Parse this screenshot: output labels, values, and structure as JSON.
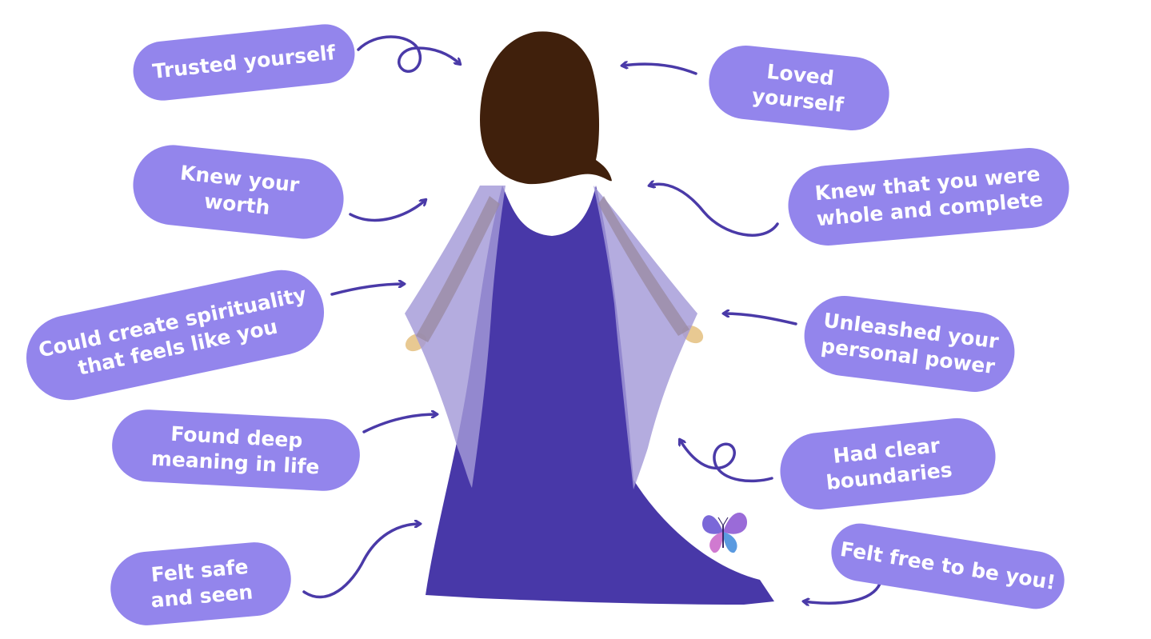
{
  "labels": {
    "trusted": "Trusted yourself",
    "loved_line1": "Loved",
    "loved_line2": "yourself",
    "worth_line1": "Knew your",
    "worth_line2": "worth",
    "whole_line1": "Knew that you were",
    "whole_line2": "whole and complete",
    "spirit_line1": "Could create spirituality",
    "spirit_line2": "that feels like you",
    "power_line1": "Unleashed your",
    "power_line2": "personal power",
    "meaning_line1": "Found deep",
    "meaning_line2": "meaning in life",
    "boundaries_line1": "Had clear",
    "boundaries_line2": "boundaries",
    "safe_line1": "Felt safe",
    "safe_line2": "and seen",
    "free": "Felt free to be you!"
  },
  "colors": {
    "pill": "#9385ec",
    "pill_text": "#ffffff",
    "arrow": "#4a3aa8",
    "dress": "#4838a8",
    "shawl": "#a49ad8",
    "hair": "#40200c",
    "skin": "#e8c992"
  },
  "icons": {
    "decoration": "butterfly-icon"
  }
}
